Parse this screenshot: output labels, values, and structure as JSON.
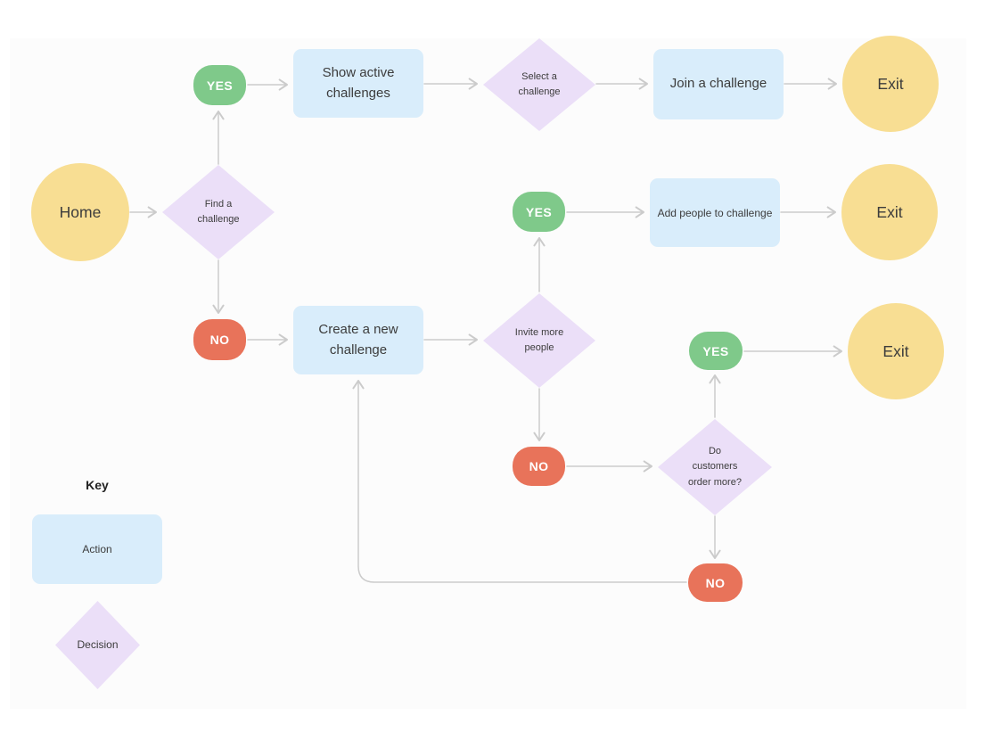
{
  "diagram": {
    "nodes": {
      "home": {
        "type": "terminal",
        "label": "Home"
      },
      "find_challenge": {
        "type": "decision",
        "label": "Find a\nchallenge"
      },
      "yes_top": {
        "type": "yes-pill",
        "label": "YES"
      },
      "show_active": {
        "type": "action",
        "label": "Show active\nchallenges"
      },
      "select_challenge": {
        "type": "decision",
        "label": "Select a\nchallenge"
      },
      "join_challenge": {
        "type": "action",
        "label": "Join a challenge"
      },
      "exit_top": {
        "type": "terminal",
        "label": "Exit"
      },
      "yes_mid": {
        "type": "yes-pill",
        "label": "YES"
      },
      "add_people": {
        "type": "action",
        "label": "Add people to challenge"
      },
      "exit_mid": {
        "type": "terminal",
        "label": "Exit"
      },
      "no_left": {
        "type": "no-pill",
        "label": "NO"
      },
      "create_new": {
        "type": "action",
        "label": "Create a new\nchallenge"
      },
      "invite_more": {
        "type": "decision",
        "label": "Invite more\npeople"
      },
      "no_mid": {
        "type": "no-pill",
        "label": "NO"
      },
      "do_customers": {
        "type": "decision",
        "label": "Do\ncustomers\norder more?"
      },
      "yes_bottom": {
        "type": "yes-pill",
        "label": "YES"
      },
      "exit_bottom": {
        "type": "terminal",
        "label": "Exit"
      },
      "no_bottom": {
        "type": "no-pill",
        "label": "NO"
      }
    },
    "key": {
      "title": "Key",
      "action_label": "Action",
      "decision_label": "Decision"
    },
    "colors": {
      "canvas": "#FCFCFC",
      "action": "#D9EDFB",
      "decision": "#EBDFF8",
      "terminal": "#F8DE93",
      "yes": "#7FC98A",
      "no": "#E8735A",
      "connector": "#CBCBCB"
    }
  }
}
